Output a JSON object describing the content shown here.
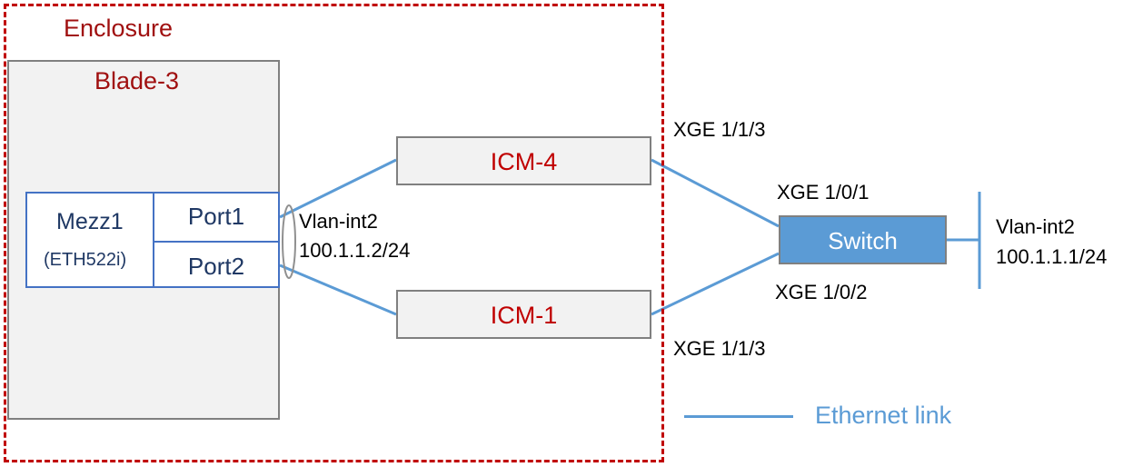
{
  "enclosure": {
    "label": "Enclosure"
  },
  "blade": {
    "label": "Blade-3"
  },
  "mezz": {
    "name": "Mezz1",
    "model": "(ETH522i)"
  },
  "ports": {
    "port1": "Port1",
    "port2": "Port2"
  },
  "blade_interface": {
    "vlan": "Vlan-int2",
    "ip": "100.1.1.2/24"
  },
  "icms": {
    "icm4": "ICM-4",
    "icm1": "ICM-1"
  },
  "interfaces": {
    "icm4_port": "XGE 1/1/3",
    "icm1_port": "XGE 1/1/3",
    "switch_port1": "XGE 1/0/1",
    "switch_port2": "XGE 1/0/2"
  },
  "switch": {
    "label": "Switch"
  },
  "switch_interface": {
    "vlan": "Vlan-int2",
    "ip": "100.1.1.1/24"
  },
  "legend": {
    "ethernet_link": "Ethernet link"
  },
  "colors": {
    "link": "#5b9bd5",
    "enclosure_border": "#c00000",
    "icm_text": "#c00000",
    "switch_fill": "#5b9bd5",
    "port_border": "#4472c4"
  }
}
